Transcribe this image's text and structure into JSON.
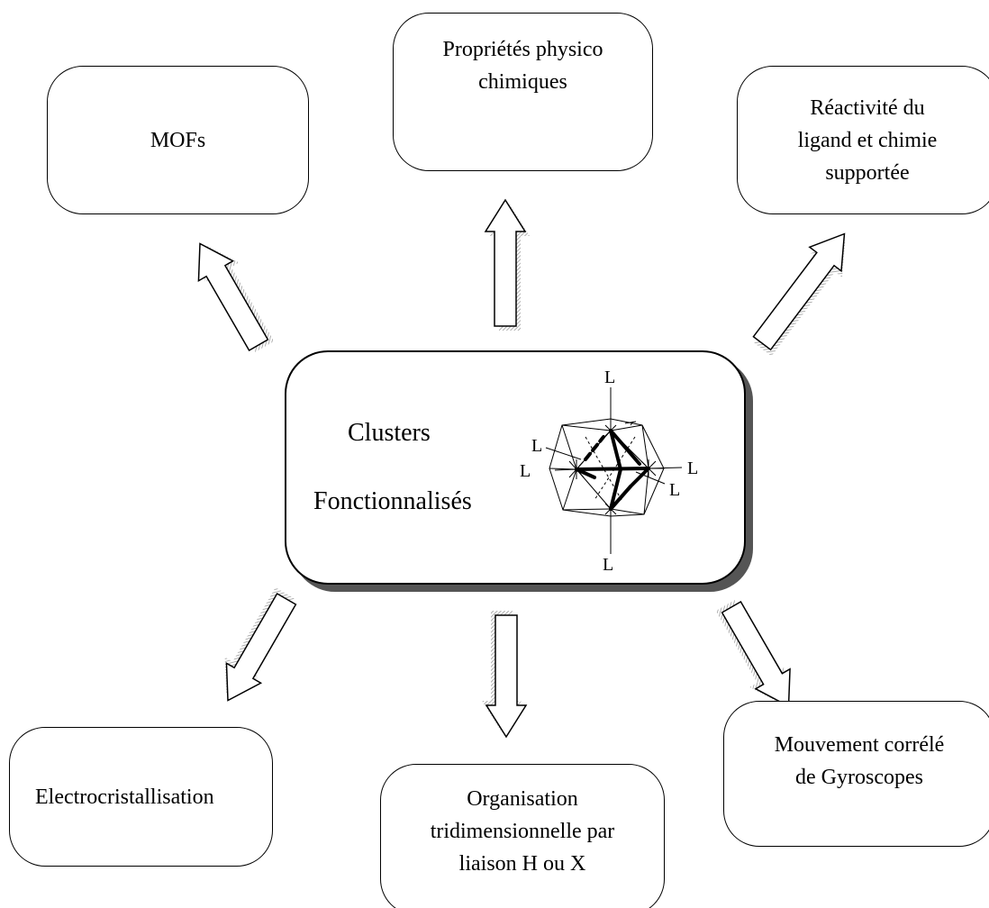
{
  "boxes": {
    "mofs": "MOFs",
    "physico": "Propriétés physico\nchimiques",
    "reactivite": "Réactivité du\nligand et chimie\nsupportée",
    "electro": "Electrocristallisation",
    "organisation": "Organisation\ntridimensionnelle par\nliaison H ou X",
    "gyroscopes": "Mouvement corrélé\nde Gyroscopes"
  },
  "center": {
    "line1": "Clusters",
    "line2": "Fonctionnalisés",
    "ligand": "L"
  }
}
